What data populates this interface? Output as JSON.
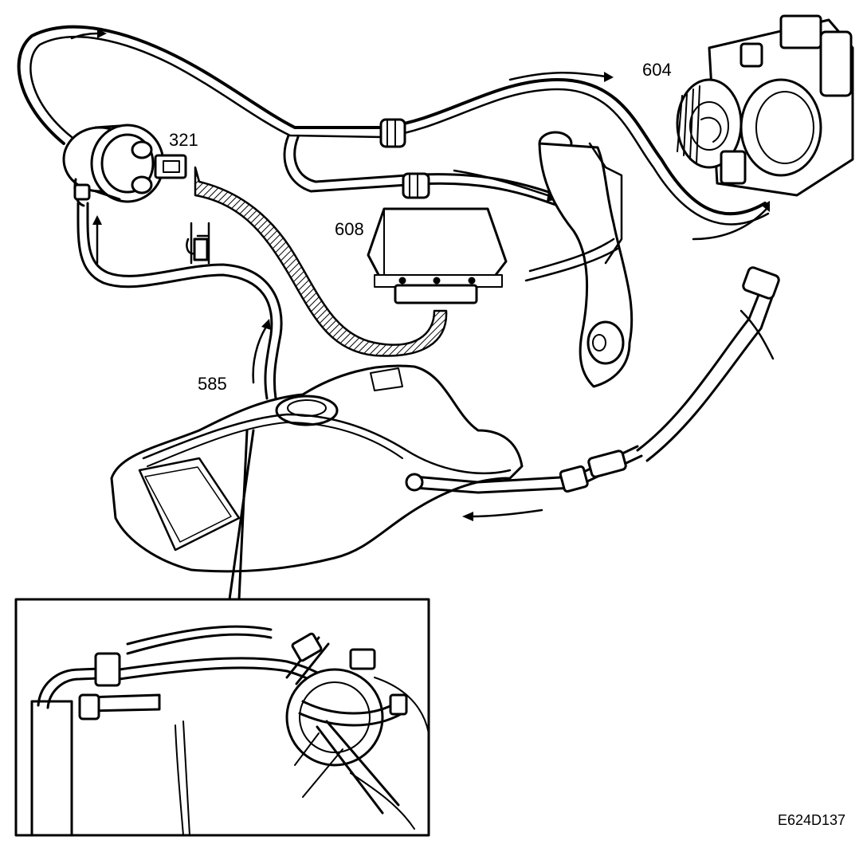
{
  "labels": {
    "canister_valve": "321",
    "throttle_body": "604",
    "control_module": "608",
    "fuel_tank": "585"
  },
  "reference_code": "E624D137",
  "colors": {
    "line": "#000000",
    "background": "#ffffff"
  }
}
